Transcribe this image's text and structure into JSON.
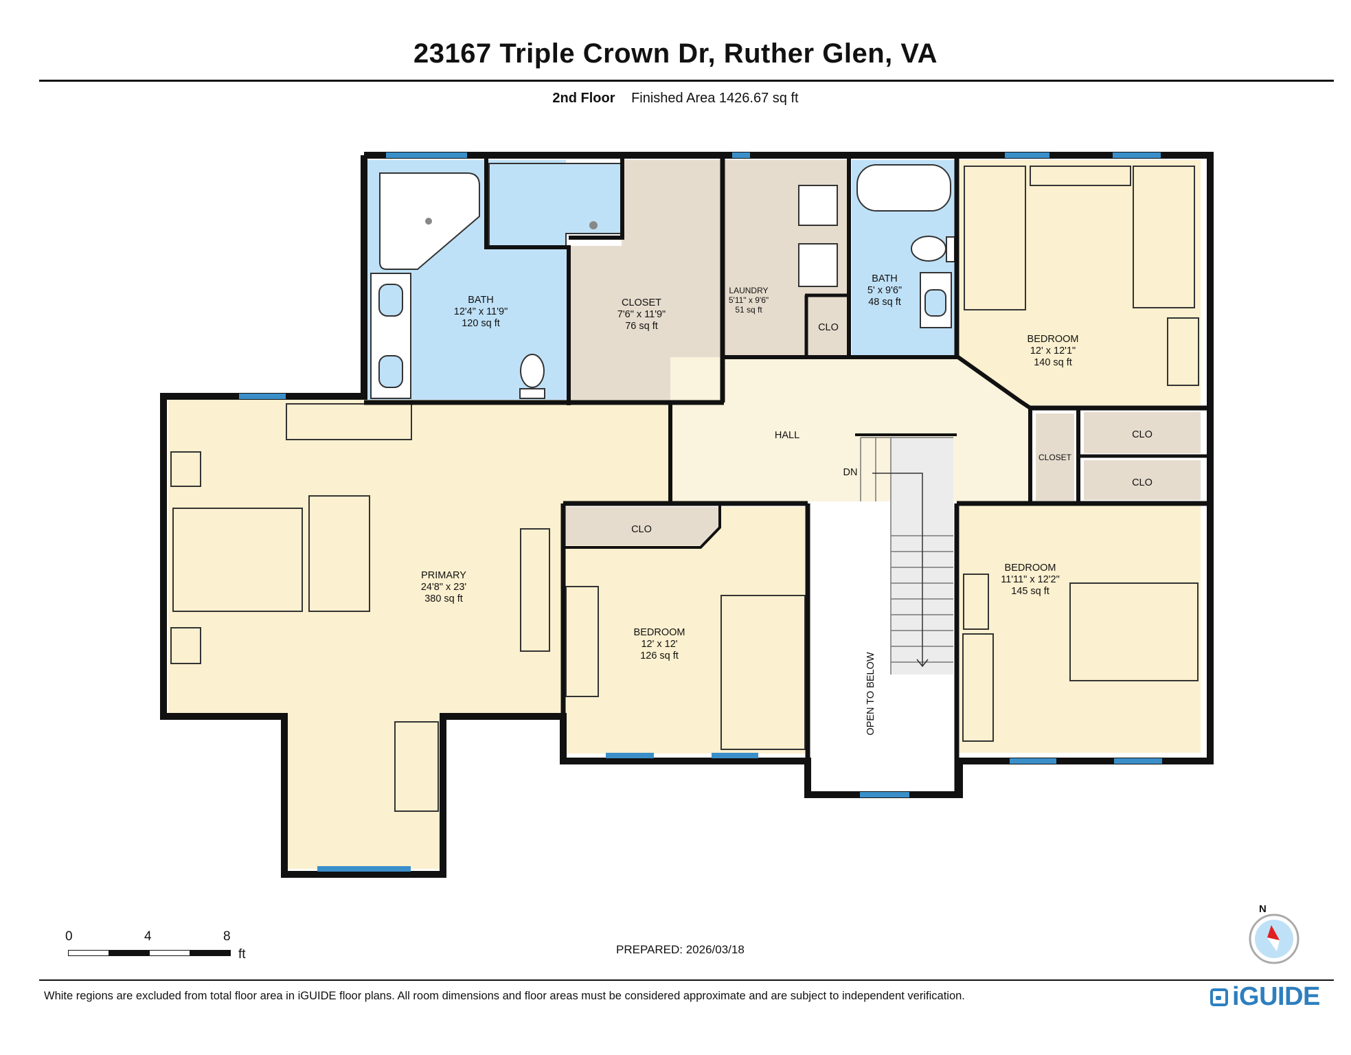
{
  "header": {
    "title": "23167 Triple Crown Dr, Ruther Glen, VA",
    "floor": "2nd Floor",
    "area": "Finished Area 1426.67 sq ft"
  },
  "rooms": {
    "bath_primary": {
      "name": "BATH",
      "dims": "12'4\" x 11'9\"",
      "area": "120 sq ft"
    },
    "closet_main": {
      "name": "CLOSET",
      "dims": "7'6\" x 11'9\"",
      "area": "76 sq ft"
    },
    "laundry": {
      "name": "LAUNDRY",
      "dims": "5'11\" x 9'6\"",
      "area": "51 sq ft"
    },
    "bath2": {
      "name": "BATH",
      "dims": "5' x 9'6\"",
      "area": "48 sq ft"
    },
    "bedroom_ne": {
      "name": "BEDROOM",
      "dims": "12' x 12'1\"",
      "area": "140 sq ft"
    },
    "primary": {
      "name": "PRIMARY",
      "dims": "24'8\" x 23'",
      "area": "380 sq ft"
    },
    "bedroom_mid": {
      "name": "BEDROOM",
      "dims": "12' x 12'",
      "area": "126 sq ft"
    },
    "bedroom_se": {
      "name": "BEDROOM",
      "dims": "11'11\" x 12'2\"",
      "area": "145 sq ft"
    }
  },
  "labels": {
    "hall": "HALL",
    "dn": "DN",
    "clo": "CLO",
    "closet": "CLOSET",
    "open_to_below": "OPEN TO BELOW"
  },
  "scale": {
    "t0": "0",
    "t4": "4",
    "t8": "8",
    "unit": "ft"
  },
  "compass": {
    "n": "N"
  },
  "footer": {
    "prepared": "PREPARED: 2026/03/18",
    "disclaimer": "White regions are excluded from total floor area in iGUIDE floor plans. All room dimensions and floor areas must be considered approximate and are subject to independent verification.",
    "brand": "iGUIDE"
  },
  "colors": {
    "wall": "#111111",
    "bath": "#bfe1f7",
    "bedroom": "#fbf0cf",
    "closet": "#e6dccd",
    "window": "#3a8fc9",
    "fixture_stroke": "#333333"
  }
}
